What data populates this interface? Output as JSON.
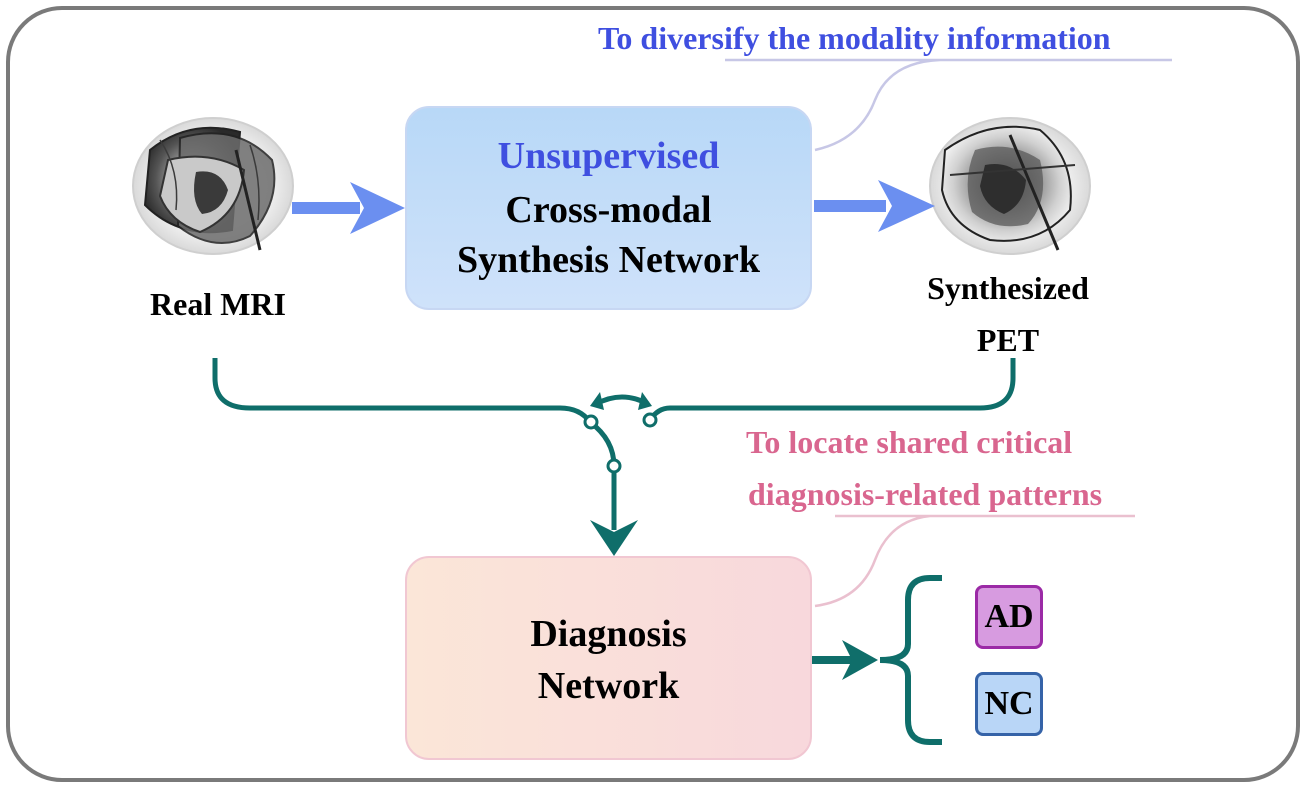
{
  "annotations": {
    "modality_note": "To diversify the modality information",
    "locate_note_line1": "To locate shared critical",
    "locate_note_line2": "diagnosis-related patterns"
  },
  "inputs": {
    "real_mri_label": "Real MRI",
    "synthesized_pet_line1": "Synthesized",
    "synthesized_pet_line2": "PET"
  },
  "synthesis_box": {
    "line1": "Unsupervised",
    "line2": "Cross-modal",
    "line3": "Synthesis Network"
  },
  "diagnosis_box": {
    "line1": "Diagnosis",
    "line2": "Network"
  },
  "outputs": [
    {
      "label": "AD",
      "fill": "#d79be0",
      "border": "#9b2aa6"
    },
    {
      "label": "NC",
      "fill": "#b9d6f7",
      "border": "#3563a8"
    }
  ],
  "colors": {
    "blue_accent": "#3f4fe0",
    "pink_accent": "#d9668f",
    "teal": "#0f6e6a",
    "arrow_blue": "#6b8ff0"
  }
}
